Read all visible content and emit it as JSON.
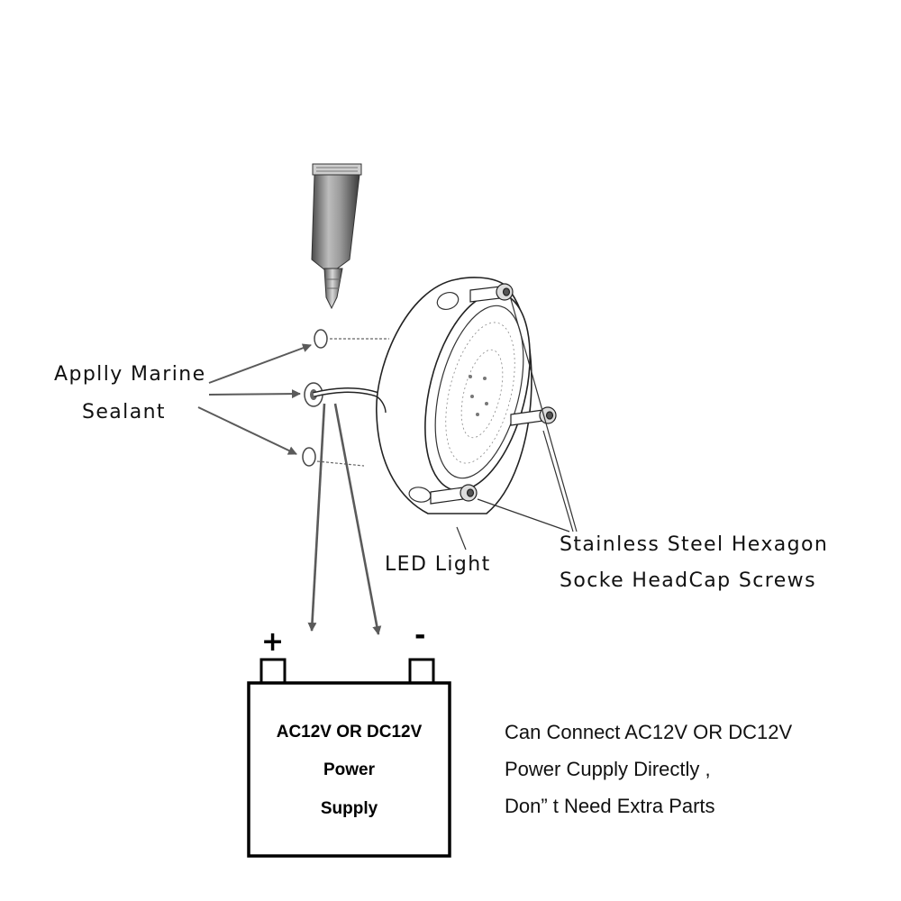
{
  "labels": {
    "sealant_line1": "Applly Marine",
    "sealant_line2": "Sealant",
    "led": "LED  Light",
    "screws_line1": "Stainless Steel Hexagon",
    "screws_line2": "Socke HeadCap Screws"
  },
  "battery": {
    "plus": "+",
    "minus": "-",
    "line1": "AC12V OR  DC12V",
    "line2": "Power",
    "line3": "Supply"
  },
  "note": {
    "line1": "Can Connect  AC12V OR  DC12V",
    "line2": "Power Cupply Directly ,",
    "line3": "Don” t Need Extra Parts"
  }
}
